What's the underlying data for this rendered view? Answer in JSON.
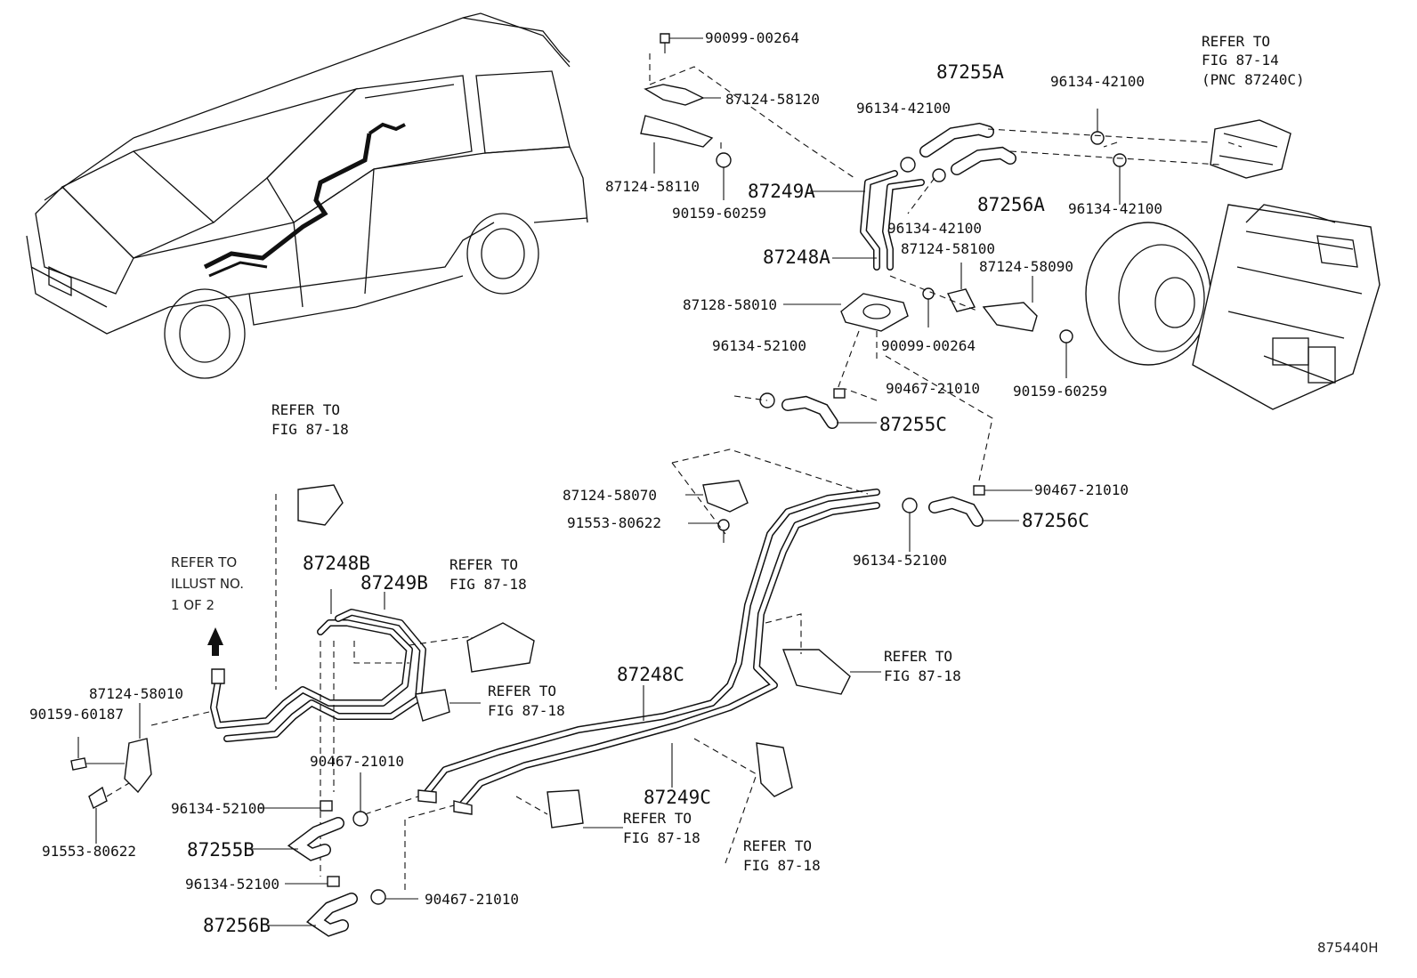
{
  "diagram_code": "875440H",
  "part_numbers": {
    "p90099_00264_top": "90099-00264",
    "p87124_58120": "87124-58120",
    "p87124_58110": "87124-58110",
    "p90159_60259_a": "90159-60259",
    "p96134_42100_a": "96134-42100",
    "p87255A": "87255A",
    "p96134_42100_b": "96134-42100",
    "p87249A": "87249A",
    "p96134_42100_c": "96134-42100",
    "p87256A": "87256A",
    "p96134_42100_d": "96134-42100",
    "p87124_58100": "87124-58100",
    "p87124_58090": "87124-58090",
    "p87248A": "87248A",
    "p87128_58010": "87128-58010",
    "p90099_00264_mid": "90099-00264",
    "p90159_60259_b": "90159-60259",
    "p96134_52100_a": "96134-52100",
    "p90467_21010_a": "90467-21010",
    "p87255C": "87255C",
    "p90467_21010_b": "90467-21010",
    "p87256C": "87256C",
    "p96134_52100_b": "96134-52100",
    "p87124_58070": "87124-58070",
    "p91553_80622_a": "91553-80622",
    "p87248B": "87248B",
    "p87249B": "87249B",
    "p87248C": "87248C",
    "p87249C": "87249C",
    "p87124_58010": "87124-58010",
    "p90159_60187": "90159-60187",
    "p91553_80622_b": "91553-80622",
    "p90467_21010_c": "90467-21010",
    "p96134_52100_c": "96134-52100",
    "p87255B": "87255B",
    "p96134_52100_d": "96134-52100",
    "p90467_21010_d": "90467-21010",
    "p87256B": "87256B"
  },
  "references": {
    "fig_87_14": {
      "line1": "REFER TO",
      "line2": "FIG 87-14",
      "line3": "(PNC 87240C)"
    },
    "fig_87_18_a": {
      "line1": "REFER TO",
      "line2": "FIG 87-18"
    },
    "fig_87_18_b": {
      "line1": "REFER TO",
      "line2": "FIG 87-18"
    },
    "fig_87_18_c": {
      "line1": "REFER TO",
      "line2": "FIG 87-18"
    },
    "fig_87_18_d": {
      "line1": "REFER TO",
      "line2": "FIG 87-18"
    },
    "fig_87_18_e": {
      "line1": "REFER TO",
      "line2": "FIG 87-18"
    },
    "fig_87_18_f": {
      "line1": "REFER TO",
      "line2": "FIG 87-18"
    },
    "illust": {
      "line1": "REFER TO",
      "line2": "ILLUST NO.",
      "line3": "1 OF 2"
    }
  }
}
